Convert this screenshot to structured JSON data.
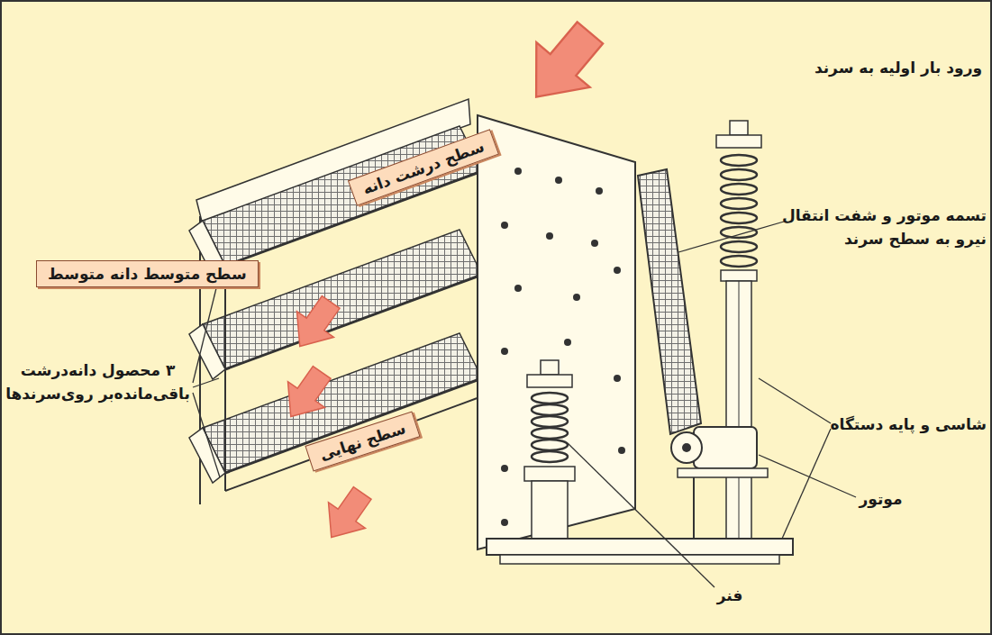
{
  "diagram": {
    "nodes": [
      {
        "text": [
          "سطح درشت دانه"
        ]
      },
      {
        "text": [
          "سطح متوسط دانه متوسط"
        ]
      },
      {
        "text": [
          "سطح نهایی"
        ]
      }
    ],
    "labels": [
      "ورود بار اولیه به سرند",
      "تسمه موتور و شفت انتقال نیرو به سطح سرند",
      "۳ محصول دانه‌درشت باقی‌مانده‌بر روی‌سرندها",
      "شاسی و پایه دستگاه",
      "موتور",
      "فنر"
    ]
  }
}
